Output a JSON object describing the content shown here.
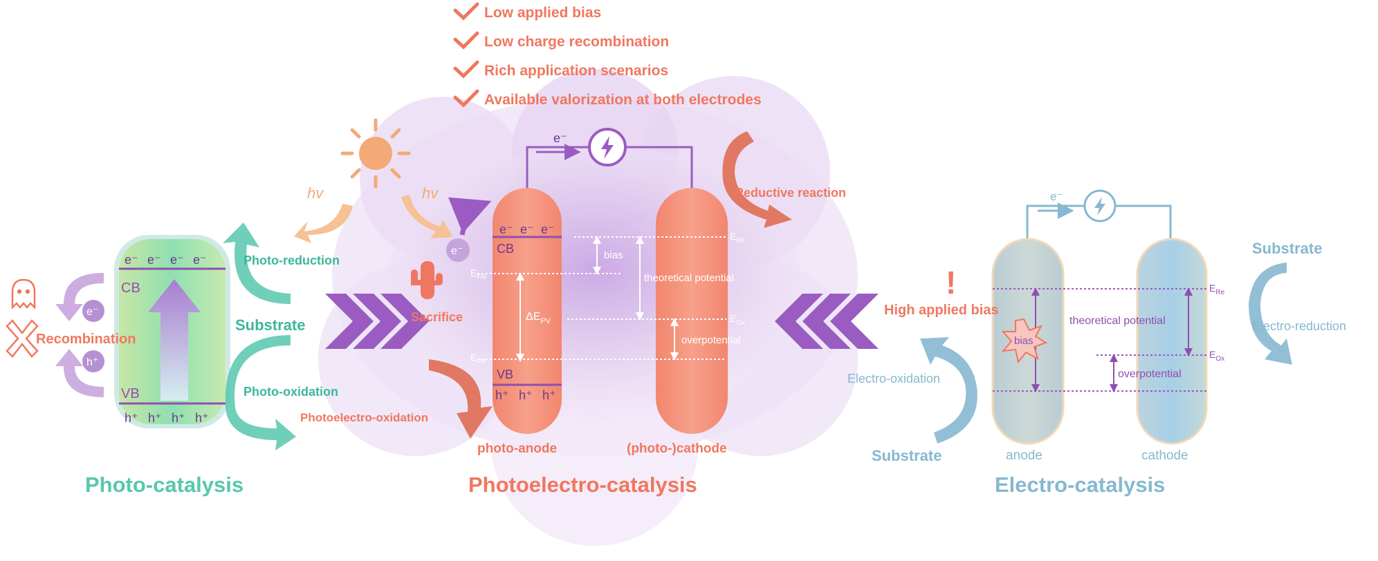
{
  "colors": {
    "teal": "#3cc3a4",
    "coral": "#f0775f",
    "purple": "#9a5cc0",
    "lightblue": "#86b8d0",
    "orange": "#f3a978",
    "white": "#ffffff"
  },
  "advantages": [
    "Low applied bias",
    "Low charge recombination",
    "Rich application scenarios",
    "Available valorization at both electrodes"
  ],
  "photo": {
    "title": "Photo-catalysis",
    "cb": "CB",
    "vb": "VB",
    "electron": "e⁻",
    "hole": "h⁺",
    "recombination": "Recombination",
    "photo_reduction": "Photo-reduction",
    "substrate": "Substrate",
    "photo_oxidation": "Photo-oxidation",
    "hv": "hv"
  },
  "pec": {
    "title": "Photoelectro-catalysis",
    "hv": "hv",
    "electron_flow": "e⁻",
    "cb": "CB",
    "vb": "VB",
    "electron": "e⁻",
    "hole": "h⁺",
    "sacrifice": "Sacrifice",
    "photoelectro_oxidation": "Photoelectro-oxidation",
    "reductive_reaction": "Reductive reaction",
    "anode_label": "photo-anode",
    "cathode_label": "(photo-)cathode",
    "e_fn": "E",
    "e_fn_sub": "FN",
    "e_fp": "E",
    "e_fp_sub": "FP",
    "delta_epv": "ΔE",
    "delta_epv_sub": "PV",
    "e_re": "E",
    "e_re_sub": "Re",
    "e_ox": "E",
    "e_ox_sub": "Ox",
    "bias": "bias",
    "theoretical_potential": "theoretical potential",
    "overpotential": "overpotential"
  },
  "ec": {
    "title": "Electro-catalysis",
    "electron_flow": "e⁻",
    "high_bias": "High applied bias",
    "exclamation": "!",
    "bias": "bias",
    "theoretical_potential": "theoretical potential",
    "overpotential": "overpotential",
    "e_re": "E",
    "e_re_sub": "Re",
    "e_ox": "E",
    "e_ox_sub": "Ox",
    "substrate_top": "Substrate",
    "electro_reduction": "Electro-reduction",
    "electro_oxidation": "Electro-oxidation",
    "substrate_bottom": "Substrate",
    "anode_label": "anode",
    "cathode_label": "cathode"
  }
}
